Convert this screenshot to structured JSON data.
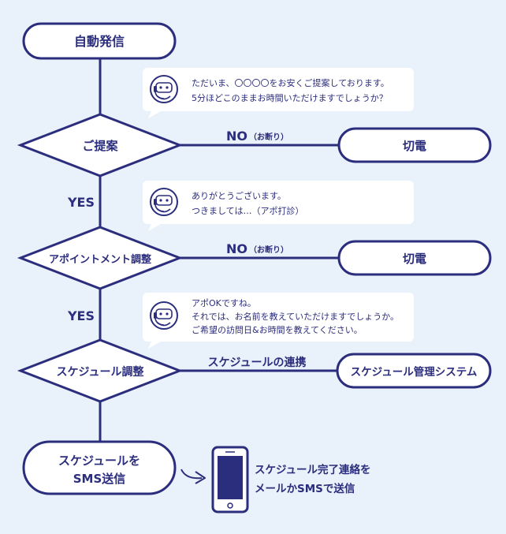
{
  "colors": {
    "background": "#e9f1fb",
    "navy": "#2b2d7d",
    "bubble": "#ffffff",
    "phone_screen": "#2b2d7d"
  },
  "nodes": {
    "start": "自動発信",
    "decision_proposal": "ご提案",
    "decision_appointment": "アポイントメント調整",
    "decision_schedule": "スケジュール調整",
    "end_hangup_1": "切電",
    "end_hangup_2": "切電",
    "schedule_system": "スケジュール管理システム",
    "sms_line1": "スケジュールを",
    "sms_line2": "SMS送信"
  },
  "edges": {
    "no_label_1": "NO",
    "no_note_1": "（お断り）",
    "no_label_2": "NO",
    "no_note_2": "（お断り）",
    "yes_label_1": "YES",
    "yes_label_2": "YES",
    "schedule_link": "スケジュールの連携"
  },
  "bubbles": {
    "b1": [
      "ただいま、〇〇〇〇をお安くご提案しております。",
      "5分ほどこのままお時間いただけますでしょうか？"
    ],
    "b2": [
      "ありがとうございます。",
      "つきましては…（アポ打診）"
    ],
    "b3": [
      "アポOKですね。",
      "それでは、お名前を教えていただけますでしょうか。",
      "ご希望の訪問日&お時間を教えてください。"
    ]
  },
  "phone_caption": [
    "スケジュール完了連絡を",
    "メールかSMSで送信"
  ],
  "icons": {
    "operator": "operator-headset-icon",
    "arrow": "curved-arrow-icon",
    "phone": "smartphone-icon"
  }
}
